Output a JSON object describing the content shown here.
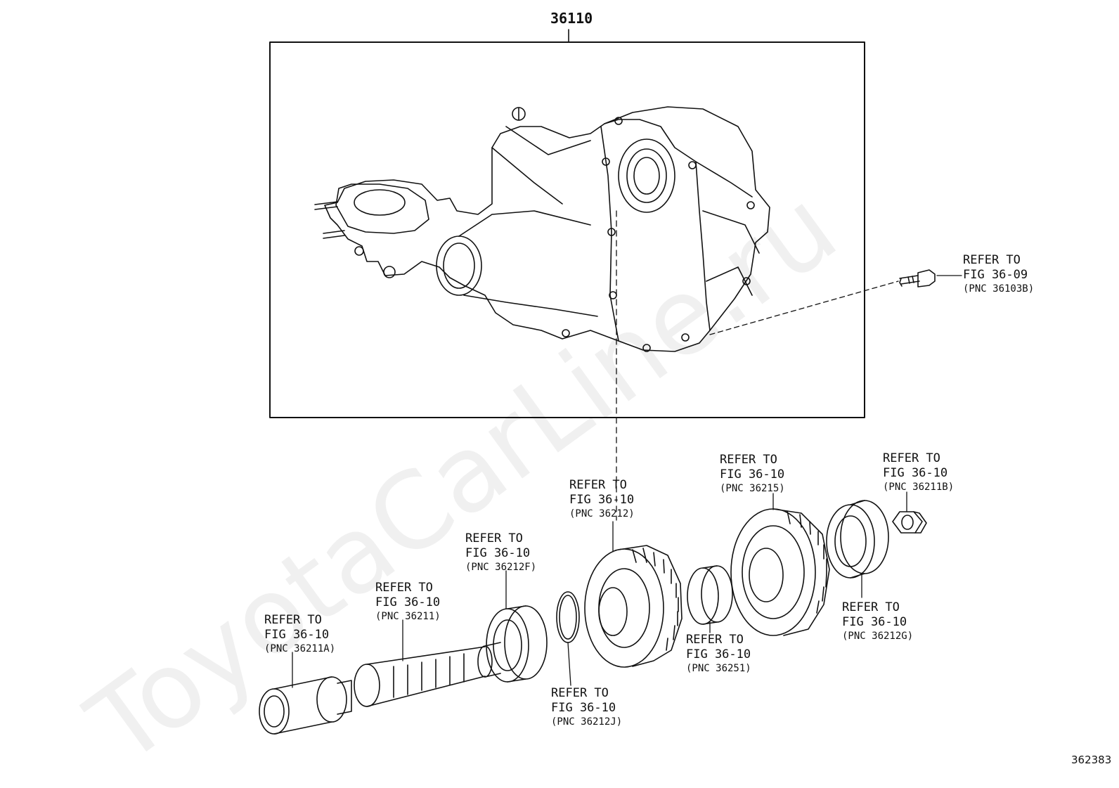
{
  "assembly_part_number": "36110",
  "image_number": "362383",
  "watermark": "ToyotaCarLine.ru",
  "callouts": [
    {
      "id": "bolt",
      "line1": "REFER TO",
      "line2": "FIG 36-09",
      "line3": "(PNC 36103B)"
    },
    {
      "id": "gear-36212",
      "line1": "REFER TO",
      "line2": "FIG 36-10",
      "line3": "(PNC 36212)"
    },
    {
      "id": "gear-36215",
      "line1": "REFER TO",
      "line2": "FIG 36-10",
      "line3": "(PNC 36215)"
    },
    {
      "id": "nut-36211b",
      "line1": "REFER TO",
      "line2": "FIG 36-10",
      "line3": "(PNC 36211B)"
    },
    {
      "id": "bearing-36212f",
      "line1": "REFER TO",
      "line2": "FIG 36-10",
      "line3": "(PNC 36212F)"
    },
    {
      "id": "shaft-36211",
      "line1": "REFER TO",
      "line2": "FIG 36-10",
      "line3": "(PNC 36211)"
    },
    {
      "id": "sleeve-36211a",
      "line1": "REFER TO",
      "line2": "FIG 36-10",
      "line3": "(PNC 36211A)"
    },
    {
      "id": "ring-36212j",
      "line1": "REFER TO",
      "line2": "FIG 36-10",
      "line3": "(PNC 36212J)"
    },
    {
      "id": "spacer-36251",
      "line1": "REFER TO",
      "line2": "FIG 36-10",
      "line3": "(PNC 36251)"
    },
    {
      "id": "bearing-36212g",
      "line1": "REFER TO",
      "line2": "FIG 36-10",
      "line3": "(PNC 36212G)"
    }
  ]
}
